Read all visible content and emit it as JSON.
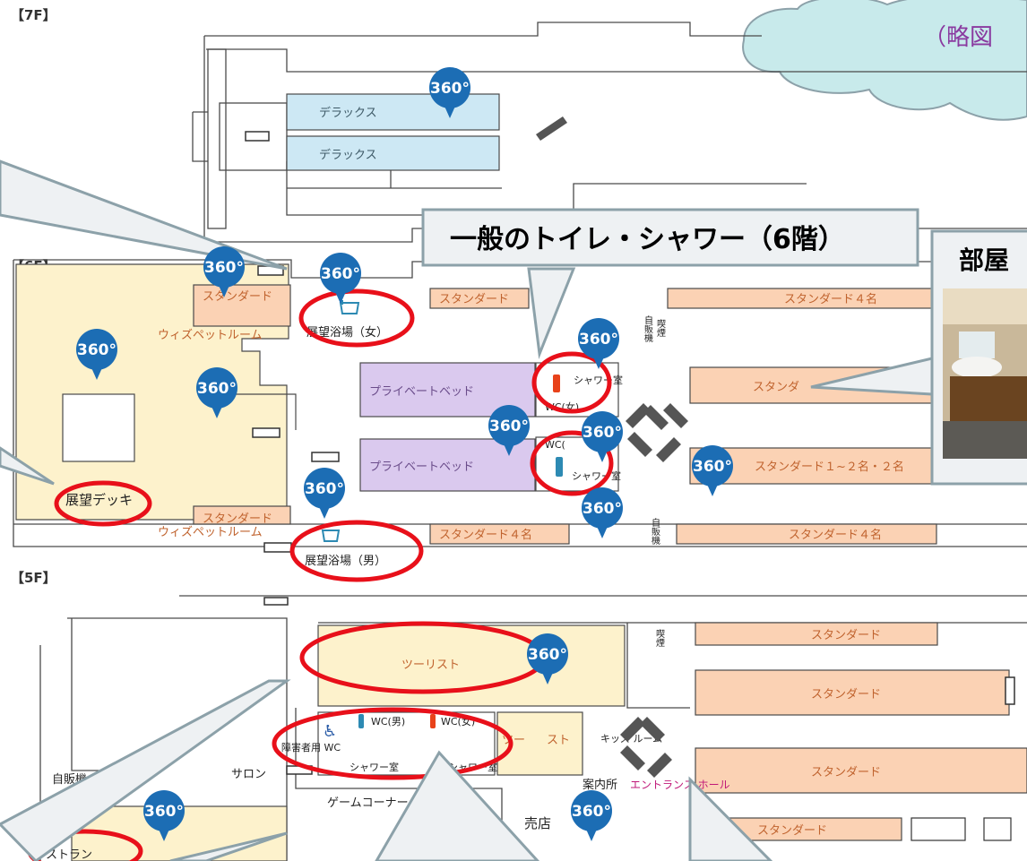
{
  "colors": {
    "standard": "#fbd2b4",
    "deluxe": "#cde8f4",
    "private": "#dac9ee",
    "public": "#fdf2cc",
    "marker": "#1c6db4",
    "highlight": "#e8101a",
    "callout": "#eef1f3",
    "callout_border": "#8ca1a9",
    "cloud": "#c8eaeb"
  },
  "header": {
    "note": "（略図"
  },
  "floors": {
    "f7": "【7F】",
    "f6": "【6F】",
    "f5": "【5F】"
  },
  "rooms": {
    "deluxe1": "デラックス",
    "deluxe2": "デラックス",
    "std_pet_upper": "スタンダード",
    "pet_room_upper": "ウィズペットルーム",
    "std_pet_lower": "スタンダード",
    "pet_room_lower": "ウィズペットルーム",
    "bath_female": "展望浴場（女）",
    "bath_male": "展望浴場（男）",
    "std_6f_top_left": "スタンダード",
    "std4_6f_top_right": "スタンダード４名",
    "private_bed1": "プライベートベッド",
    "private_bed2": "プライベートベッド",
    "std_6f_mid": "スタンダ",
    "std12_6f": "スタンダード１~２名・２名",
    "std4_6f_bottom_mid": "スタンダード４名",
    "std4_6f_bottom_right": "スタンダード４名",
    "deck": "展望デッキ",
    "tourist_5f_upper": "ツーリスト",
    "tourist_5f_lower_a": "ツー",
    "tourist_5f_lower_b": "スト",
    "std_5f_1": "スタンダード",
    "std_5f_2": "スタンダード",
    "std_5f_3": "スタンダード",
    "std_5f_4": "スタンダード",
    "salon": "サロン",
    "game_corner": "ゲームコーナー",
    "shop": "売店",
    "info": "案内所",
    "entrance": "エントランス ホール",
    "kids": "キッズ ルーム",
    "vending_5f_left": "自販機",
    "vending_5f_mid": "販機",
    "restaurant": "レストラン"
  },
  "facilities": {
    "shower_room_top": "シャワー室",
    "wc_female_6f": "WC(女)",
    "wc_6f_lower": "WC(",
    "shower_room_lower": "シャワー室",
    "wc_male_5f": "WC(男)",
    "wc_female_5f": "WC(女)",
    "accessible_wc": "障害者用 WC",
    "shower_5f_a": "シャワー室",
    "shower_5f_b": "シャワー室",
    "smoking_6f": "喫煙",
    "vending_6f_top": "自販機",
    "vending_6f_bottom": "自販機",
    "smoking_5f": "喫煙"
  },
  "markers": {
    "label": "360°"
  },
  "callouts": {
    "toilet_shower": "一般のトイレ・シャワー（6階）",
    "room_photo": "部屋"
  }
}
